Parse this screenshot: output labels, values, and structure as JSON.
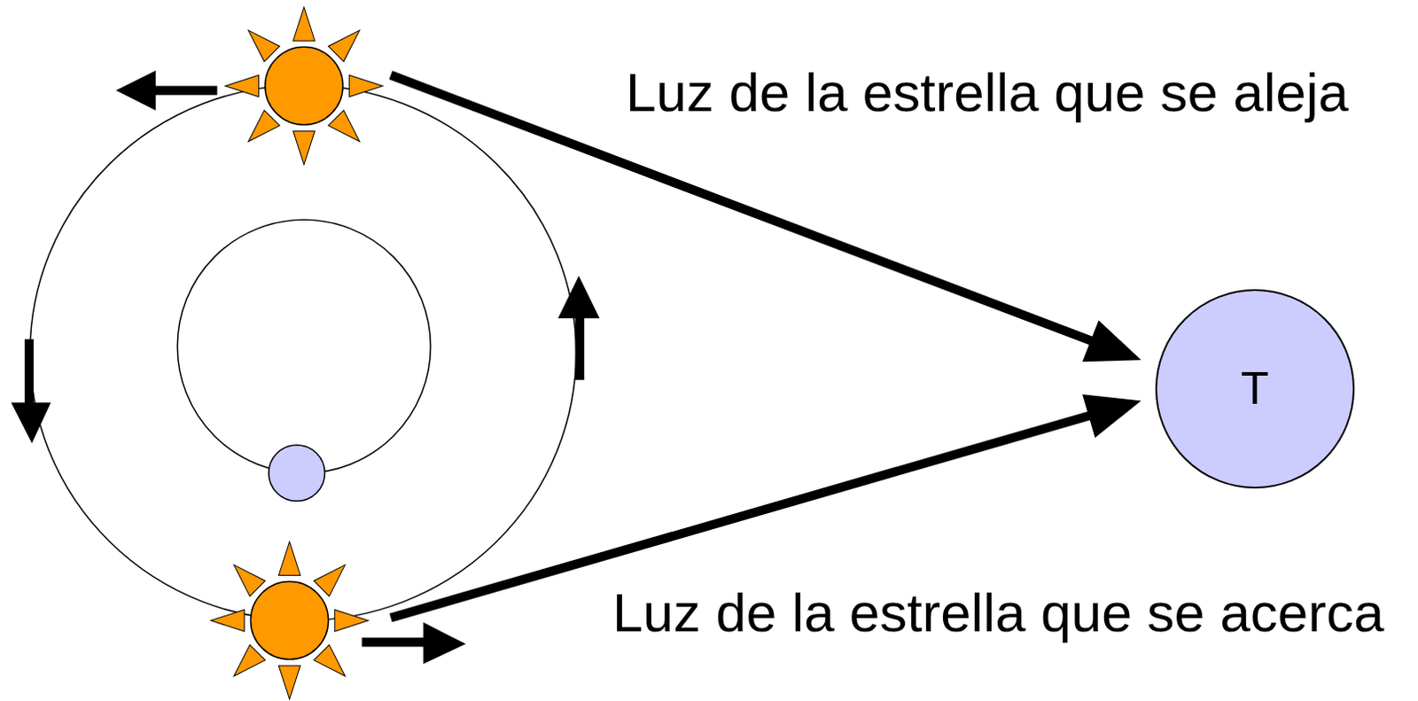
{
  "diagram": {
    "nodes": [
      {
        "text": [
          "T"
        ]
      }
    ],
    "labels": [
      "Luz de la estrella que se aleja",
      "Luz de la estrella que se acerca"
    ]
  }
}
